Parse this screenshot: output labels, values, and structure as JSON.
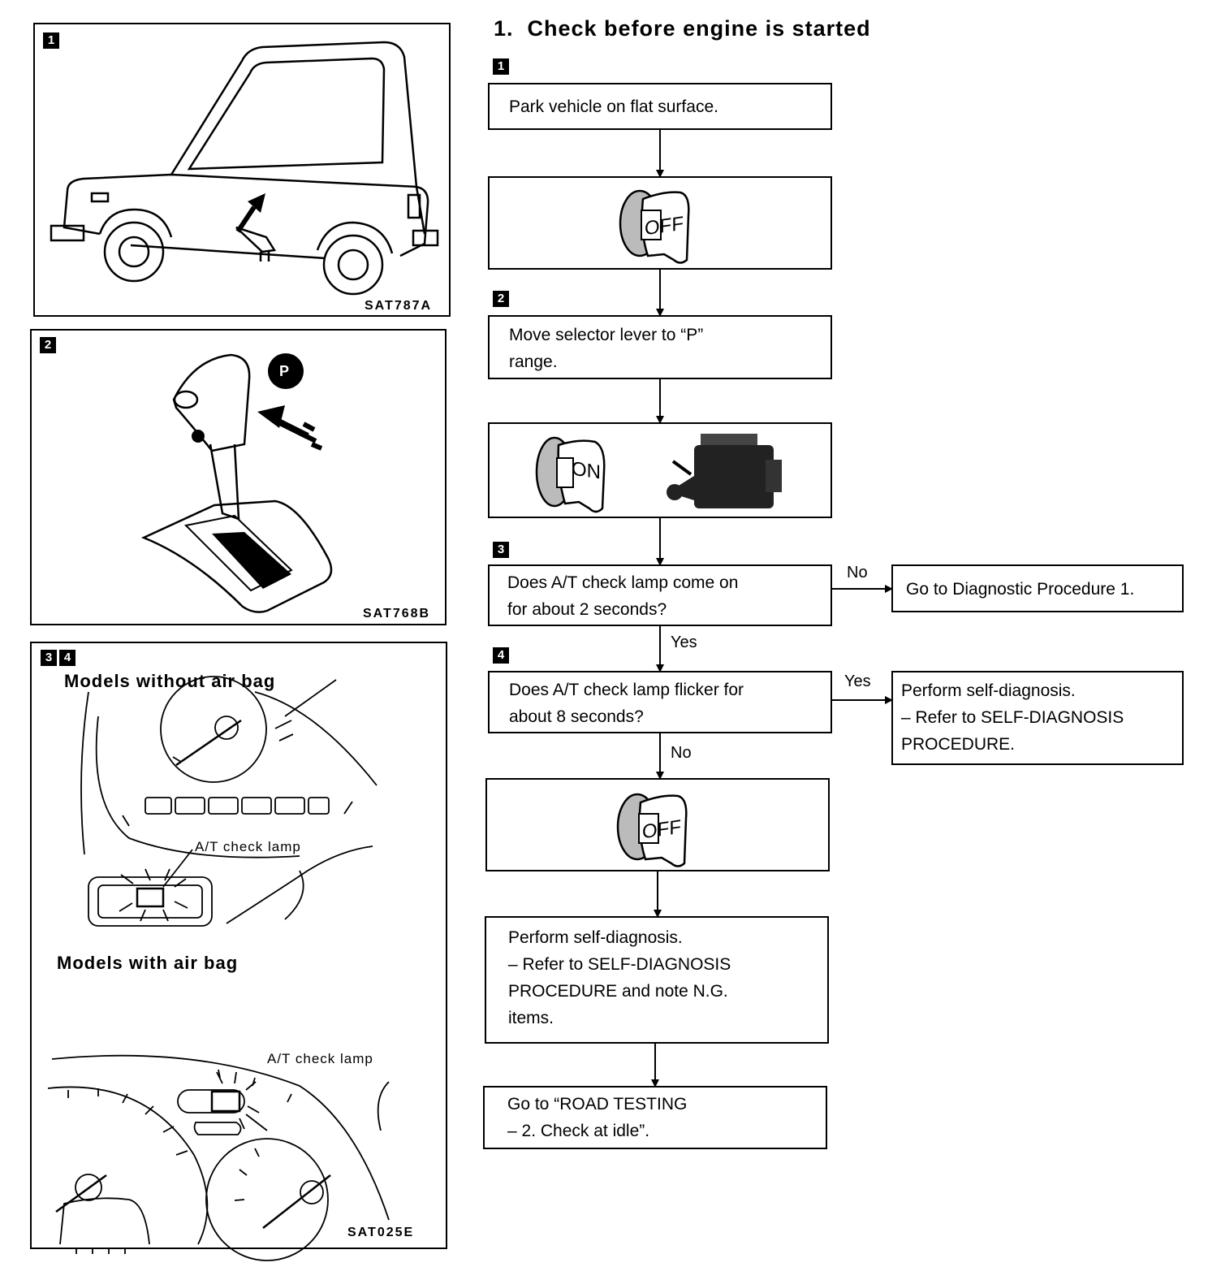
{
  "heading": "1.  Check before engine is started",
  "left_panels": {
    "panel1": {
      "badge": "1",
      "code": "SAT787A"
    },
    "panel2": {
      "badge": "2",
      "code": "SAT768B",
      "gear_letter": "P"
    },
    "panel3": {
      "badges": [
        "3",
        "4"
      ],
      "code": "SAT025E",
      "subhead_without": "Models without air bag",
      "subhead_with": "Models with air bag",
      "lamp_label_1": "A/T check lamp",
      "lamp_label_2": "A/T check lamp"
    }
  },
  "flow": {
    "step_badges": [
      "1",
      "2",
      "3",
      "4"
    ],
    "step1_text": "Park vehicle on flat surface.",
    "key_off_label": "OFF",
    "step2_text": "Move selector lever to “P”\nrange.",
    "key_on_label": "ON",
    "step3_text": "Does A/T check lamp come on\nfor about 2 seconds?",
    "step3_no": "No",
    "step3_yes": "Yes",
    "step3_no_box": "Go to Diagnostic Procedure 1.",
    "step4_text": "Does A/T check lamp flicker for\nabout 8 seconds?",
    "step4_yes": "Yes",
    "step4_no": "No",
    "step4_yes_box": "Perform self-diagnosis.\n– Refer to SELF-DIAGNOSIS\nPROCEDURE.",
    "key_off_label_2": "OFF",
    "self_diag_box": "Perform self-diagnosis.\n– Refer to SELF-DIAGNOSIS\nPROCEDURE and note N.G.\nitems.",
    "road_test_box": "Go to “ROAD TESTING\n– 2. Check at idle”."
  }
}
